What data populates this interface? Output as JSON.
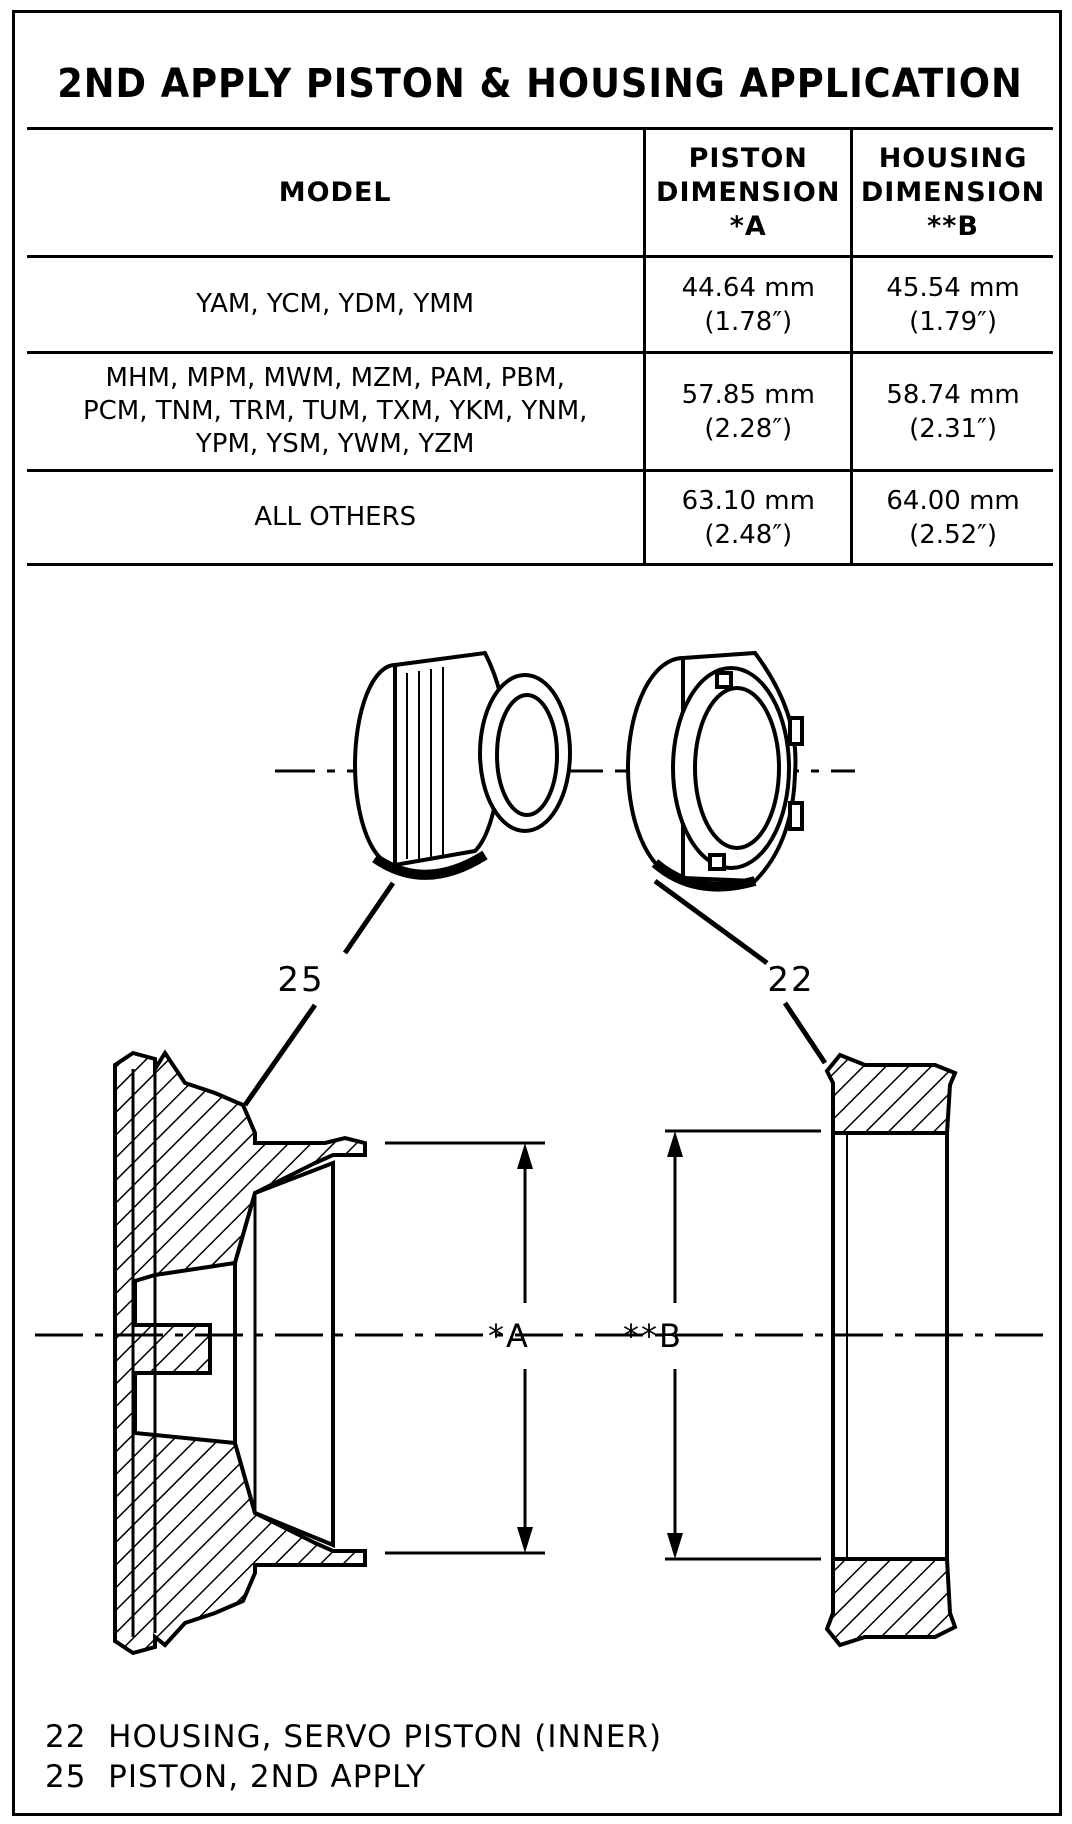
{
  "title": "2ND APPLY PISTON & HOUSING APPLICATION",
  "table": {
    "headers": {
      "model": "MODEL",
      "piston": [
        "PISTON",
        "DIMENSION",
        "*A"
      ],
      "housing": [
        "HOUSING",
        "DIMENSION",
        "**B"
      ]
    },
    "rows": [
      {
        "model": [
          "YAM, YCM, YDM, YMM"
        ],
        "piston": [
          "44.64 mm",
          "(1.78″)"
        ],
        "housing": [
          "45.54 mm",
          "(1.79″)"
        ]
      },
      {
        "model": [
          "MHM, MPM, MWM, MZM, PAM, PBM,",
          "PCM, TNM, TRM, TUM, TXM, YKM, YNM,",
          "YPM, YSM, YWM, YZM"
        ],
        "piston": [
          "57.85 mm",
          "(2.28″)"
        ],
        "housing": [
          "58.74 mm",
          "(2.31″)"
        ]
      },
      {
        "model": [
          "ALL OTHERS"
        ],
        "piston": [
          "63.10 mm",
          "(2.48″)"
        ],
        "housing": [
          "64.00 mm",
          "(2.52″)"
        ]
      }
    ]
  },
  "figure": {
    "callouts": {
      "piston": "25",
      "housing": "22"
    },
    "dimensions": {
      "a": "*A",
      "b": "**B"
    }
  },
  "legend": [
    {
      "num": "22",
      "text": "HOUSING, SERVO PISTON (INNER)"
    },
    {
      "num": "25",
      "text": "PISTON, 2ND APPLY"
    }
  ]
}
